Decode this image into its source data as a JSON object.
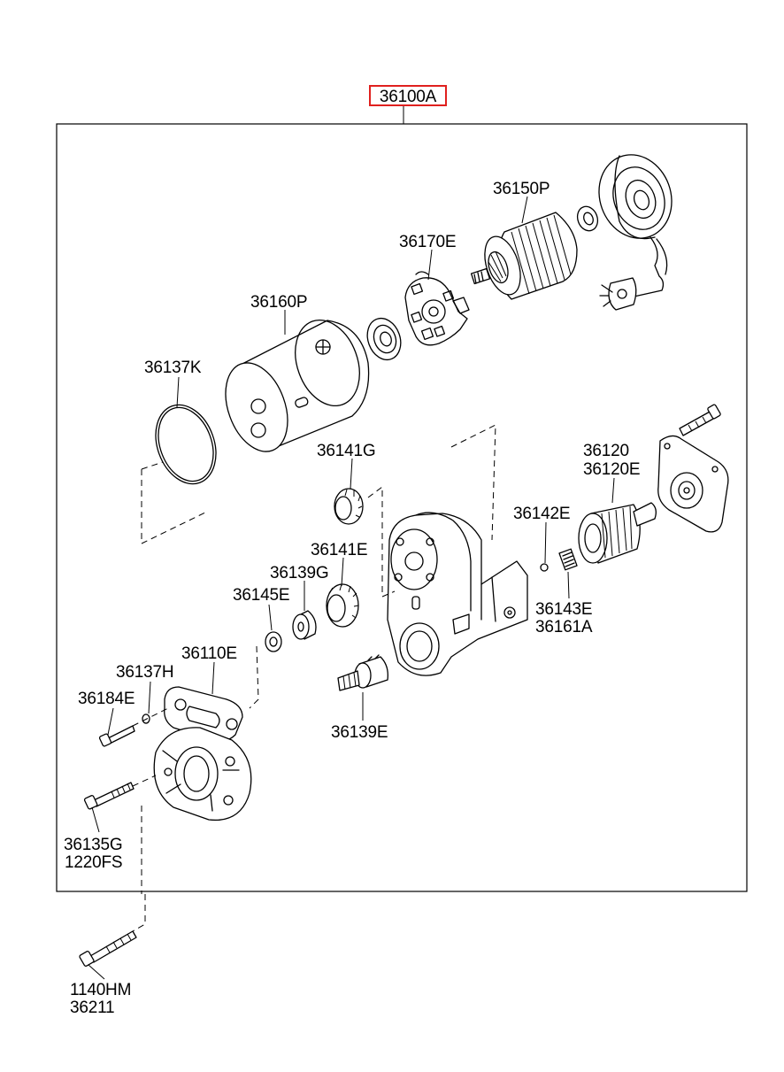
{
  "assembly": {
    "part_number": "36100A"
  },
  "callouts": {
    "p36150P": "36150P",
    "p36170E": "36170E",
    "p36160P": "36160P",
    "p36137K": "36137K",
    "p36141G": "36141G",
    "p36120": "36120",
    "p36120E": "36120E",
    "p36142E": "36142E",
    "p36141E": "36141E",
    "p36139G": "36139G",
    "p36145E": "36145E",
    "p36143E": "36143E",
    "p36161A": "36161A",
    "p36110E": "36110E",
    "p36137H": "36137H",
    "p36184E": "36184E",
    "p36139E": "36139E",
    "p36135G": "36135G",
    "p1220FS": "1220FS",
    "p1140HM": "1140HM",
    "p36211": "36211"
  },
  "colors": {
    "highlight": "#e0201e",
    "line": "#000000"
  }
}
